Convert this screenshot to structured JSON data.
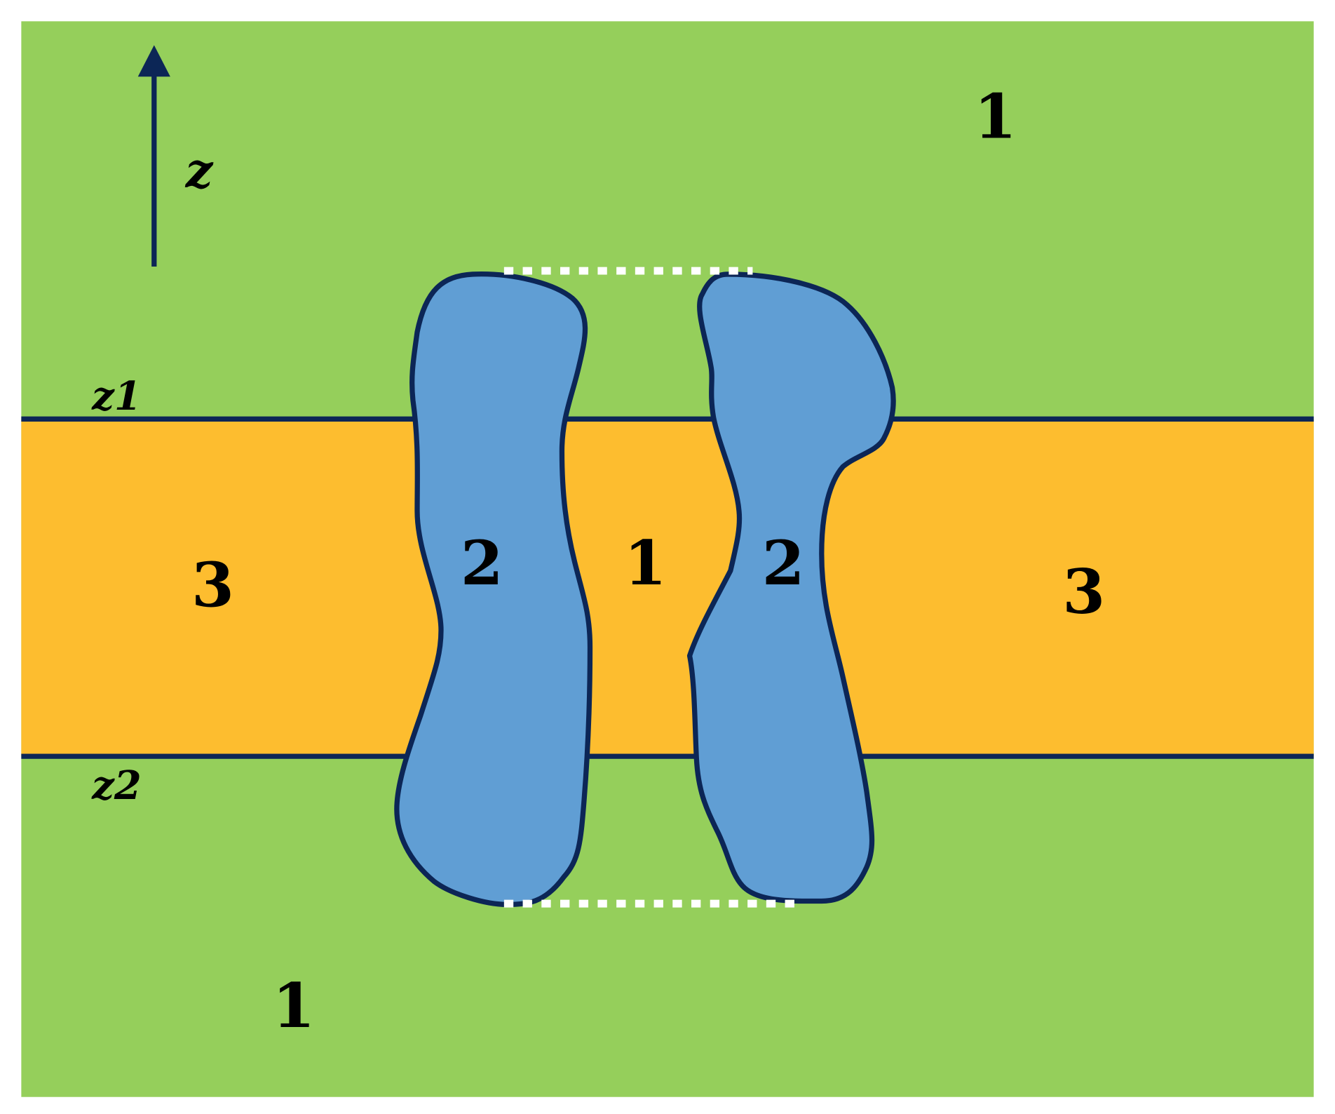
{
  "colors": {
    "solvent": "#95cf5b",
    "membrane": "#fdbd2f",
    "protein": "#609ed4",
    "outline": "#0c2656",
    "pore_boundary": "#ffffff"
  },
  "axis": {
    "label": "z"
  },
  "boundaries": {
    "upper_label": "z1",
    "lower_label": "z2"
  },
  "regions": {
    "solvent_top": "1",
    "solvent_bottom": "1",
    "pore": "1",
    "protein_left": "2",
    "protein_right": "2",
    "membrane_left": "3",
    "membrane_right": "3"
  }
}
